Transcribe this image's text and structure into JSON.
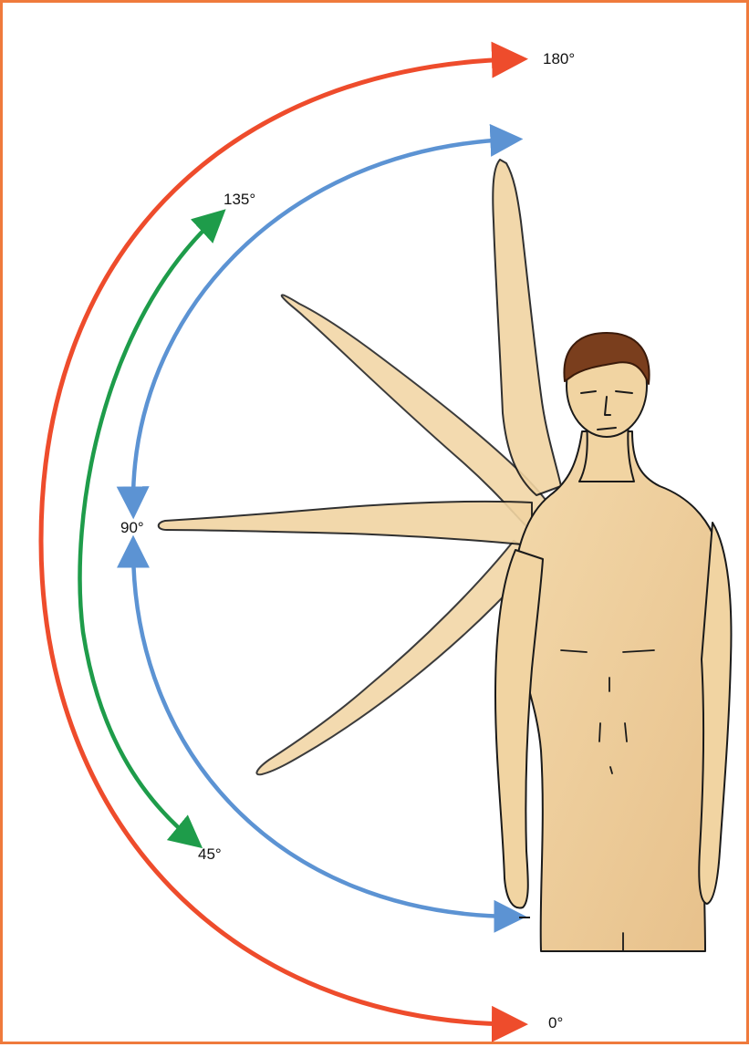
{
  "labels": {
    "deg_180": "180°",
    "deg_135": "135°",
    "deg_90": "90°",
    "deg_45": "45°",
    "deg_0": "0°"
  },
  "colors": {
    "frame": "#ef7a3c",
    "red_arc": "#ee4c2c",
    "blue_arc": "#5c93d3",
    "green_arc": "#1e9c4a",
    "skin": "#f1d4a2",
    "skin_shade": "#e4bb80",
    "hair": "#7a3e1d",
    "outline": "#1a1a1a"
  },
  "icons": {
    "figure": "human-figure-shoulder-abduction"
  }
}
